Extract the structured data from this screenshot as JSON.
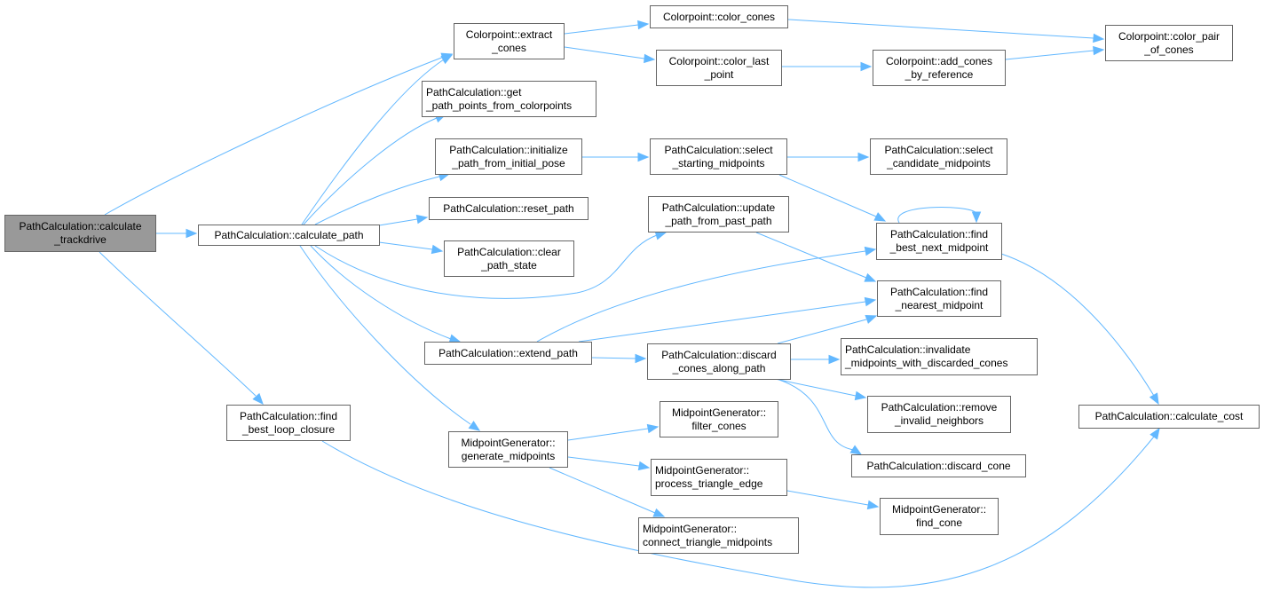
{
  "diagram": {
    "type": "call-graph",
    "edge_color": "#63b8ff",
    "root_fill": "#999999",
    "node_border": "#666666",
    "nodes": {
      "calculate_trackdrive": {
        "line1": "PathCalculation::calculate",
        "line2": "_trackdrive"
      },
      "calculate_path": {
        "line1": "PathCalculation::calculate_path",
        "line2": ""
      },
      "extract_cones": {
        "line1": "Colorpoint::extract",
        "line2": "_cones"
      },
      "get_path_points": {
        "line1": "PathCalculation::get",
        "line2": "_path_points_from_colorpoints"
      },
      "initialize_path": {
        "line1": "PathCalculation::initialize",
        "line2": "_path_from_initial_pose"
      },
      "reset_path": {
        "line1": "PathCalculation::reset_path",
        "line2": ""
      },
      "clear_path_state": {
        "line1": "PathCalculation::clear",
        "line2": "_path_state"
      },
      "extend_path": {
        "line1": "PathCalculation::extend_path",
        "line2": ""
      },
      "generate_midpoints": {
        "line1": "MidpointGenerator::",
        "line2": "generate_midpoints"
      },
      "find_best_loop_closure": {
        "line1": "PathCalculation::find",
        "line2": "_best_loop_closure"
      },
      "color_cones": {
        "line1": "Colorpoint::color_cones",
        "line2": ""
      },
      "color_last_point": {
        "line1": "Colorpoint::color_last",
        "line2": "_point"
      },
      "add_cones_by_reference": {
        "line1": "Colorpoint::add_cones",
        "line2": "_by_reference"
      },
      "color_pair_of_cones": {
        "line1": "Colorpoint::color_pair",
        "line2": "_of_cones"
      },
      "select_starting_midpoints": {
        "line1": "PathCalculation::select",
        "line2": "_starting_midpoints"
      },
      "update_path_from_past_path": {
        "line1": "PathCalculation::update",
        "line2": "_path_from_past_path"
      },
      "select_candidate_midpoints": {
        "line1": "PathCalculation::select",
        "line2": "_candidate_midpoints"
      },
      "find_best_next_midpoint": {
        "line1": "PathCalculation::find",
        "line2": "_best_next_midpoint"
      },
      "find_nearest_midpoint": {
        "line1": "PathCalculation::find",
        "line2": "_nearest_midpoint"
      },
      "discard_cones_along_path": {
        "line1": "PathCalculation::discard",
        "line2": "_cones_along_path"
      },
      "invalidate_midpoints": {
        "line1": "PathCalculation::invalidate",
        "line2": "_midpoints_with_discarded_cones"
      },
      "remove_invalid_neighbors": {
        "line1": "PathCalculation::remove",
        "line2": "_invalid_neighbors"
      },
      "discard_cone": {
        "line1": "PathCalculation::discard_cone",
        "line2": ""
      },
      "filter_cones": {
        "line1": "MidpointGenerator::",
        "line2": "filter_cones"
      },
      "process_triangle_edge": {
        "line1": "MidpointGenerator::",
        "line2": "process_triangle_edge"
      },
      "connect_triangle_midpoints": {
        "line1": "MidpointGenerator::",
        "line2": "connect_triangle_midpoints"
      },
      "find_cone": {
        "line1": "MidpointGenerator::",
        "line2": "find_cone"
      },
      "calculate_cost": {
        "line1": "PathCalculation::calculate_cost",
        "line2": ""
      }
    },
    "edges": [
      [
        "calculate_trackdrive",
        "calculate_path"
      ],
      [
        "calculate_trackdrive",
        "extract_cones"
      ],
      [
        "calculate_trackdrive",
        "find_best_loop_closure"
      ],
      [
        "calculate_path",
        "extract_cones"
      ],
      [
        "calculate_path",
        "get_path_points"
      ],
      [
        "calculate_path",
        "initialize_path"
      ],
      [
        "calculate_path",
        "reset_path"
      ],
      [
        "calculate_path",
        "clear_path_state"
      ],
      [
        "calculate_path",
        "update_path_from_past_path"
      ],
      [
        "calculate_path",
        "extend_path"
      ],
      [
        "calculate_path",
        "generate_midpoints"
      ],
      [
        "extract_cones",
        "color_cones"
      ],
      [
        "extract_cones",
        "color_last_point"
      ],
      [
        "color_cones",
        "color_pair_of_cones"
      ],
      [
        "color_last_point",
        "add_cones_by_reference"
      ],
      [
        "add_cones_by_reference",
        "color_pair_of_cones"
      ],
      [
        "initialize_path",
        "select_starting_midpoints"
      ],
      [
        "select_starting_midpoints",
        "select_candidate_midpoints"
      ],
      [
        "select_starting_midpoints",
        "find_best_next_midpoint"
      ],
      [
        "update_path_from_past_path",
        "find_nearest_midpoint"
      ],
      [
        "find_best_next_midpoint",
        "find_best_next_midpoint"
      ],
      [
        "find_best_next_midpoint",
        "calculate_cost"
      ],
      [
        "extend_path",
        "find_best_next_midpoint"
      ],
      [
        "extend_path",
        "find_nearest_midpoint"
      ],
      [
        "extend_path",
        "discard_cones_along_path"
      ],
      [
        "discard_cones_along_path",
        "find_nearest_midpoint"
      ],
      [
        "discard_cones_along_path",
        "invalidate_midpoints"
      ],
      [
        "discard_cones_along_path",
        "remove_invalid_neighbors"
      ],
      [
        "discard_cones_along_path",
        "discard_cone"
      ],
      [
        "generate_midpoints",
        "filter_cones"
      ],
      [
        "generate_midpoints",
        "process_triangle_edge"
      ],
      [
        "generate_midpoints",
        "connect_triangle_midpoints"
      ],
      [
        "process_triangle_edge",
        "find_cone"
      ],
      [
        "find_best_loop_closure",
        "calculate_cost"
      ]
    ]
  }
}
